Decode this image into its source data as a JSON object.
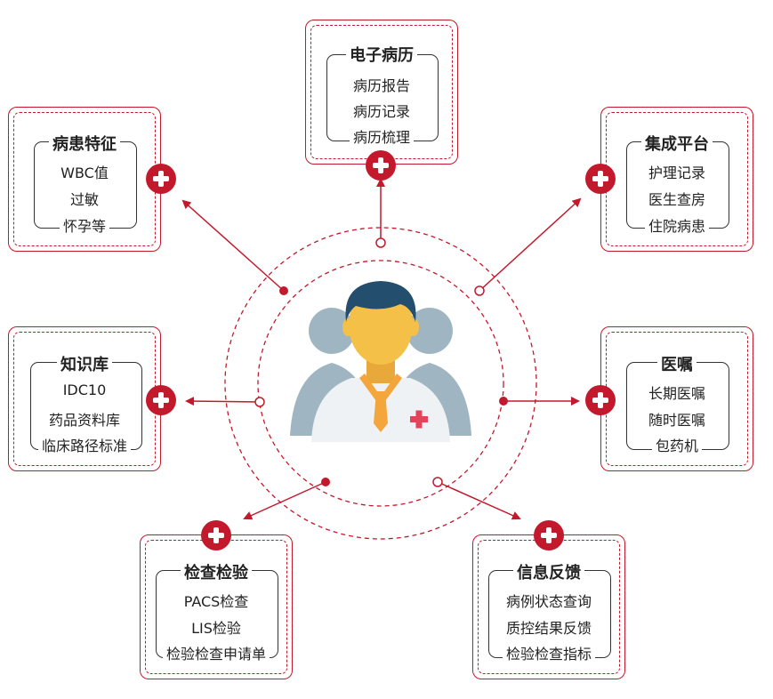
{
  "colors": {
    "accent": "#c3192c",
    "frame": "#333333",
    "skin": "#f5c047",
    "hair": "#234e6e",
    "shadow": "#9fb6c2"
  },
  "center": {
    "icon": "doctor-team-icon"
  },
  "cards": {
    "emr": {
      "title": "电子病历",
      "items": [
        "病历报告",
        "病历记录",
        "病历梳理"
      ]
    },
    "patient": {
      "title": "病患特征",
      "items": [
        "WBC值",
        "过敏",
        "怀孕等"
      ]
    },
    "platform": {
      "title": "集成平台",
      "items": [
        "护理记录",
        "医生查房",
        "住院病患"
      ]
    },
    "knowledge": {
      "title": "知识库",
      "items": [
        "IDC10",
        "药品资料库",
        "临床路径标准"
      ]
    },
    "orders": {
      "title": "医嘱",
      "items": [
        "长期医嘱",
        "随时医嘱",
        "包药机"
      ]
    },
    "inspection": {
      "title": "检查检验",
      "items": [
        "PACS检查",
        "LIS检验",
        "检验检查申请单"
      ]
    },
    "feedback": {
      "title": "信息反馈",
      "items": [
        "病例状态查询",
        "质控结果反馈",
        "检验检查指标"
      ]
    }
  }
}
